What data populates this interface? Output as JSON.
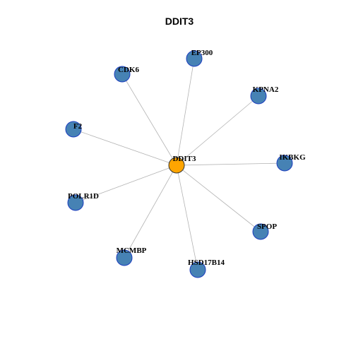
{
  "title": "DDIT3",
  "colors": {
    "hub_fill": "#FFA500",
    "hub_stroke": "#333333",
    "node_fill": "#4682B4",
    "node_stroke": "#1c3dbf",
    "edge": "#b3b3b3"
  },
  "network": {
    "hub": {
      "label": "DDIT3"
    },
    "nodes": [
      {
        "label": "EP300"
      },
      {
        "label": "KPNA2"
      },
      {
        "label": "IKBKG"
      },
      {
        "label": "SPOP"
      },
      {
        "label": "HSD17B14"
      },
      {
        "label": "MCMBP"
      },
      {
        "label": "POLR1D"
      },
      {
        "label": "F2"
      },
      {
        "label": "CDK6"
      }
    ]
  }
}
